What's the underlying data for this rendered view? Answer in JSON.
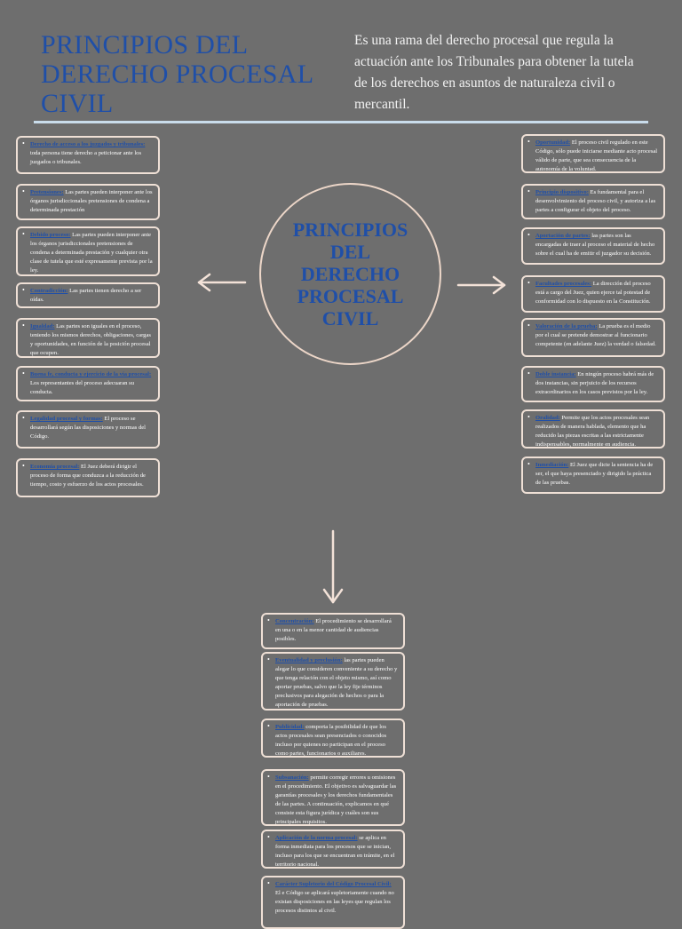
{
  "header": {
    "title": "PRINCIPIOS DEL DERECHO PROCESAL CIVIL",
    "intro": "Es una rama del derecho procesal que regula la actuación ante los Tribunales para obtener la tutela de los derechos en asuntos de naturaleza civil o mercantil."
  },
  "center": {
    "title": "PRINCIPIOS DEL DERECHO PROCESAL CIVIL"
  },
  "left_items": [
    {
      "term": "Derecho de acceso a los juzgados y tribunales:",
      "text": " toda persona tiene derecho a peticionar ante los juzgados o tribunales."
    },
    {
      "term": "Pretensiones:",
      "text": " Las partes pueden interponer ante los órganos jurisdiccionales pretensiones de condena a determinada prestación"
    },
    {
      "term": "Debido proceso:",
      "text": " Las partes pueden interponer ante los órganos jurisdiccionales pretensiones de condena a determinada prestación y cualquier otra clase de tutela que esté expresamente prevista por la ley."
    },
    {
      "term": "Contradicción:",
      "text": " Las partes tienen derecho a ser oídas."
    },
    {
      "term": "Igualdad:",
      "text": " Las partes son iguales en el proceso, teniendo los mismos derechos, obligaciones, cargas y oportunidades, en función de la posición procesal que ocupen."
    },
    {
      "term": "Buena fe, conducta y ejercicio de la vía procesal:",
      "text": " Los representantes del proceso adecuaran su conducta."
    },
    {
      "term": "Legalidad procesal y formas:",
      "text": " El proceso se desarrollará según las disposiciones y normas del Código."
    },
    {
      "term": "Economía procesal:",
      "text": " El Juez deberá dirigir el proceso de forma que conduzca a la reducción de tiempo, costo y esfuerzo de los actos procesales."
    }
  ],
  "right_items": [
    {
      "term": "Oportunidad:",
      "text": " El proceso civil regulado en este Código, sólo puede iniciarse mediante acto procesal válido de parte, que sea consecuencia de la autonomía de la voluntad."
    },
    {
      "term": "Principio dispositivo:",
      "text": " Es fundamental para el desenvolvimiento del proceso civil, y autoriza a las partes a configurar el objeto del proceso."
    },
    {
      "term": "Aportación de partes:",
      "text": " las partes son las encargadas de traer al proceso el material de hecho sobre el cual ha de emitir el juzgador su decisión."
    },
    {
      "term": "Facultades procesales:",
      "text": " La dirección del proceso está a cargo del Juez, quien ejerce tal potestad de conformidad con lo dispuesto en la Constitución."
    },
    {
      "term": "Valoración de la prueba:",
      "text": " La prueba es el medio por el cual se pretende demostrar al funcionario competente (en adelante Juez) la verdad o falsedad."
    },
    {
      "term": "Doble instancia:",
      "text": " En ningún proceso habrá más de dos instancias, sin perjuicio de los recursos extraordinarios en los casos previstos por la ley."
    },
    {
      "term": "Oralidad:",
      "text": " Permite que los actos procesales sean realizados de manera hablada, elemento que ha reducido las piezas escritas a las estrictamente indispensables, normalmente en audiencia."
    },
    {
      "term": "Inmediación:",
      "text": " El Juez que dicte la sentencia ha de ser, el que haya presenciado y dirigido la práctica de las pruebas."
    }
  ],
  "bottom_items": [
    {
      "term": "Concentración:",
      "text": " El procedimiento se desarrollará en una o en la menor cantidad de audiencias posibles."
    },
    {
      "term": "Eventualidad y preclusión:",
      "text": " las partes pueden alegar lo que consideren conveniente a su derecho y que tenga relación con el objeto mismo, así como aportar pruebas, salvo que la ley fije términos preclusivos para alegación de hechos o para la aportación de pruebas."
    },
    {
      "term": "Publicidad:",
      "text": " comporta la posibilidad de que los actos procesales sean presenciados o conocidos incluso por quienes no participan en el proceso como partes, funcionarios o auxiliares."
    },
    {
      "term": "Subsanación:",
      "text": " permite corregir errores u omisiones en el procedimiento. El objetivo es salvaguardar las garantías procesales y los derechos fundamentales de las partes. A continuación, explicamos en qué consiste esta figura jurídica y cuáles son sus principales requisitos."
    },
    {
      "term": "Aplicación de la norma procesal:",
      "text": " se aplica en forma inmediata para los procesos que se inician, incluso para los que se encuentran en trámite, en el territorio nacional."
    },
    {
      "term": "Carácter Supletorio del Código Procesal Civil:",
      "text": " El e Código se aplicará supletoriamente cuando no existan disposiciones en las leyes que regulan los procesos distintos al civil."
    }
  ],
  "colors": {
    "background": "#6e6e6e",
    "accent": "#1f4fa8",
    "border": "#efe0d6",
    "rule": "#c9dceb"
  }
}
